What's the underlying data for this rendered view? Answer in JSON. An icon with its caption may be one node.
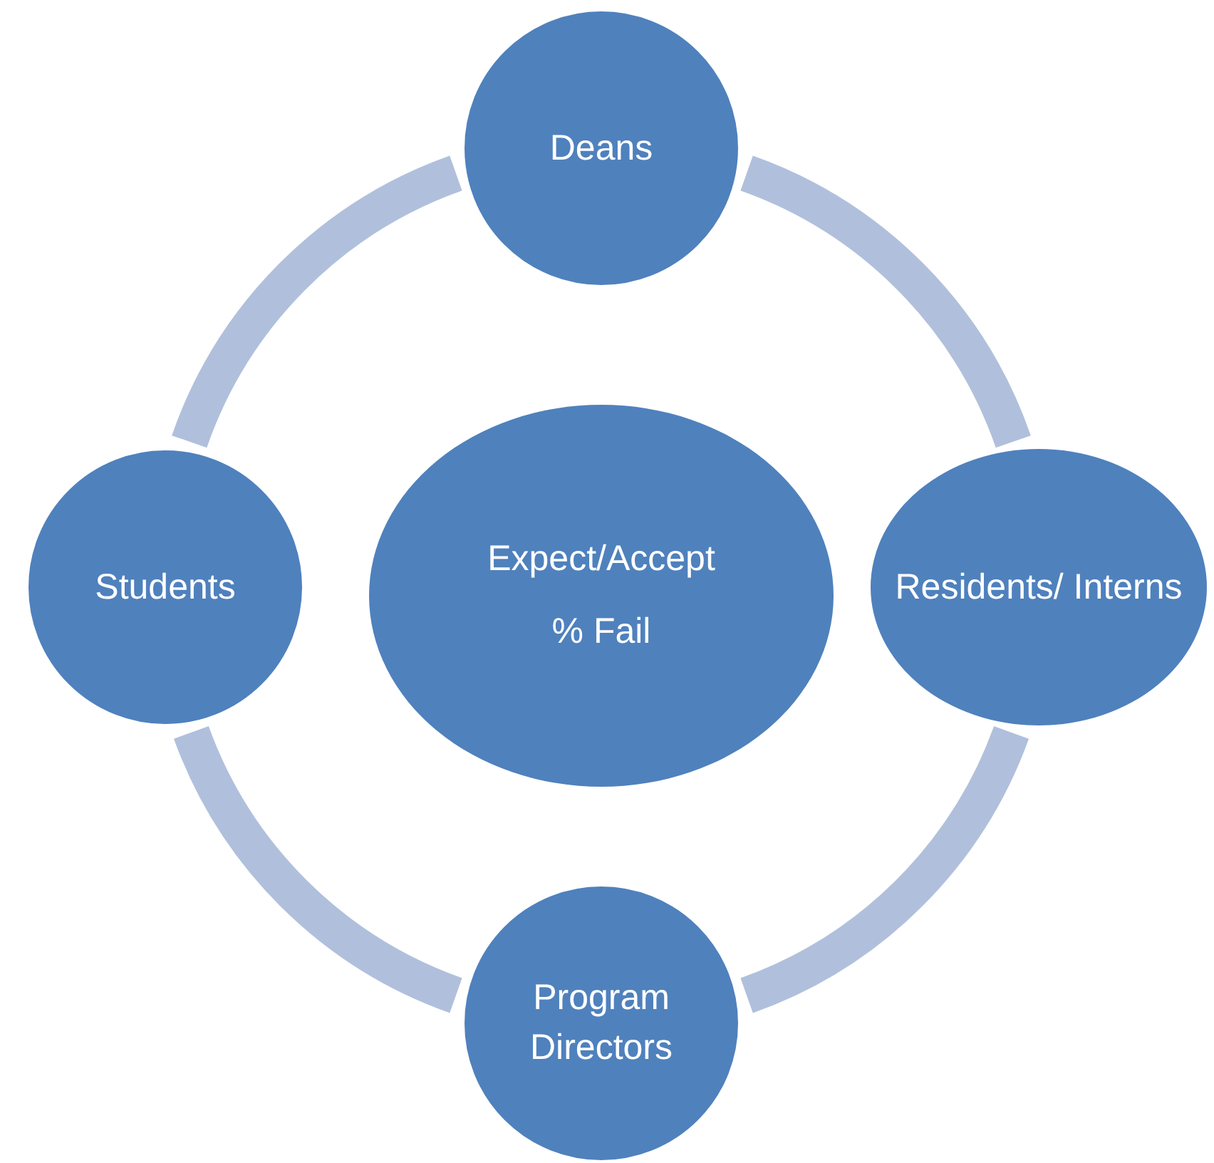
{
  "diagram": {
    "nodes": [
      {
        "text": [
          "Deans"
        ]
      },
      {
        "text": [
          "Students"
        ]
      },
      {
        "text": [
          "Expect/Accept",
          "% Fail"
        ]
      },
      {
        "text": [
          "Residents/ Interns"
        ]
      },
      {
        "text": [
          "Program Directors"
        ]
      }
    ],
    "edges": [
      {
        "from": 0,
        "to": 3,
        "arrow": "none"
      },
      {
        "from": 3,
        "to": 4,
        "arrow": "none"
      },
      {
        "from": 4,
        "to": 1,
        "arrow": "none"
      },
      {
        "from": 1,
        "to": 0,
        "arrow": "none"
      }
    ]
  }
}
